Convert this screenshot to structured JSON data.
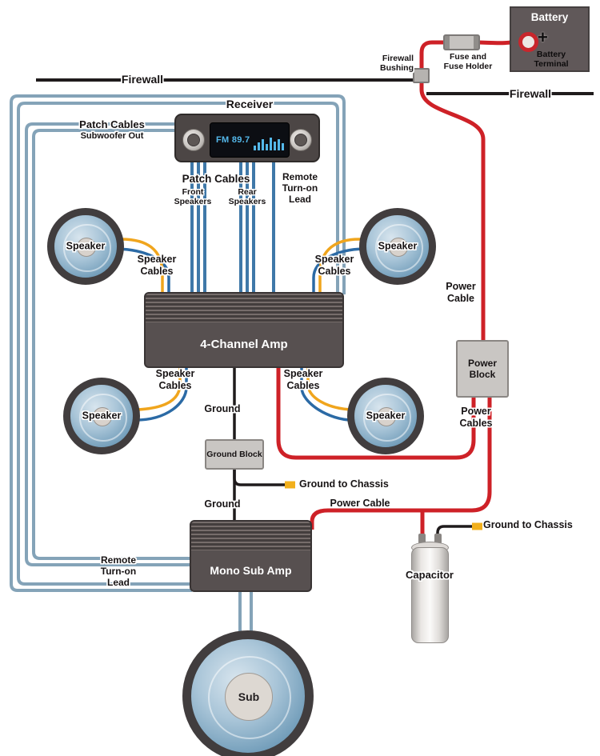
{
  "labels": {
    "firewall": "Firewall",
    "firewall_bushing": "Firewall Bushing",
    "fuse": "Fuse and Fuse Holder",
    "battery": "Battery",
    "battery_plus": "+",
    "battery_terminal": "Battery Terminal",
    "receiver": "Receiver",
    "patch_cables": "Patch Cables",
    "subwoofer_out": "Subwoofer Out",
    "front_speakers": "Front Speakers",
    "rear_speakers": "Rear Speakers",
    "remote_turn_on_lead": "Remote Turn-on Lead",
    "speaker": "Speaker",
    "speaker_cables": "Speaker Cables",
    "four_channel_amp": "4-Channel Amp",
    "power_cable": "Power Cable",
    "power_block": "Power Block",
    "power_cables": "Power Cables",
    "ground": "Ground",
    "ground_block": "Ground Block",
    "ground_to_chassis": "Ground to Chassis",
    "mono_sub_amp": "Mono Sub Amp",
    "capacitor": "Capacitor",
    "sub": "Sub"
  },
  "receiver_display": {
    "station": "FM 89.7",
    "eq_bars": [
      6,
      10,
      14,
      8,
      16,
      11,
      14,
      9
    ]
  },
  "colors": {
    "power_wire": "#ce2127",
    "ground_wire": "#1f1b1c",
    "speaker_wire_yellow": "#f0a51d",
    "speaker_wire_blue": "#2b6aa5",
    "patch_wire": "#3f78a8",
    "loop_wire": "#84a3b8",
    "connector_yellow": "#f2b01c",
    "amp_body": "#575050",
    "block_gray": "#c9c6c3"
  }
}
